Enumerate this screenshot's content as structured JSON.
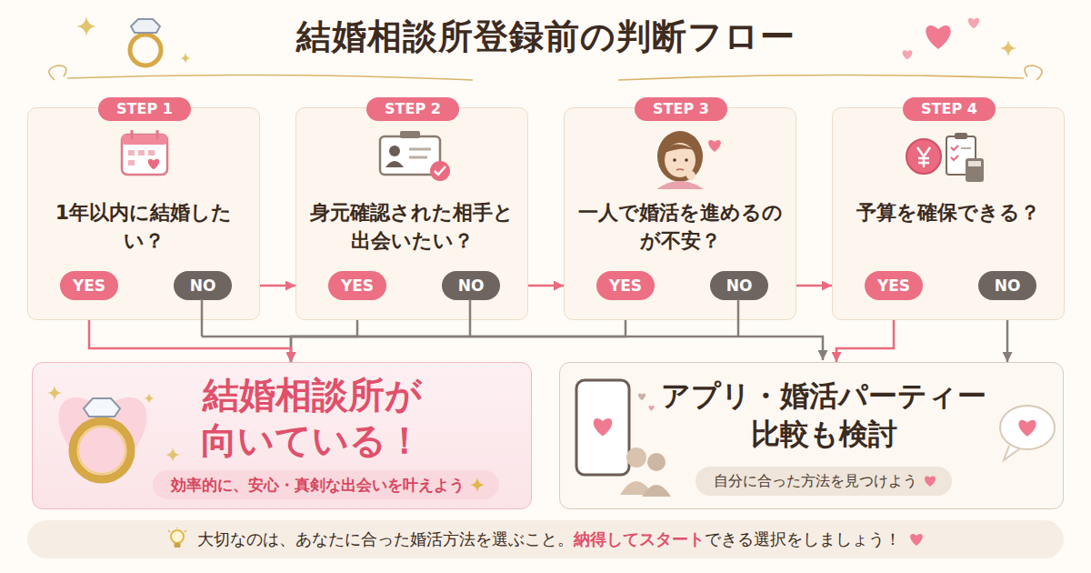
{
  "diagram": {
    "title": "結婚相談所登録前の判断フロー",
    "nodes": [
      {
        "text": [
          "1年以内に結婚したい？"
        ]
      },
      {
        "text": [
          "STEP 1"
        ],
        "in": 0
      },
      {
        "text": [
          "YES"
        ],
        "in": 0
      },
      {
        "text": [
          "NO"
        ],
        "in": 0
      },
      {
        "text": [
          "身元確認された相手と出会いたい？"
        ]
      },
      {
        "text": [
          "STEP 2"
        ],
        "in": 4
      },
      {
        "text": [
          "YES"
        ],
        "in": 4
      },
      {
        "text": [
          "NO"
        ],
        "in": 4
      },
      {
        "text": [
          "一人で婚活を進めるのが不安？"
        ]
      },
      {
        "text": [
          "STEP 3"
        ],
        "in": 8
      },
      {
        "text": [
          "YES"
        ],
        "in": 8
      },
      {
        "text": [
          "NO"
        ],
        "in": 8
      },
      {
        "text": [
          "予算を確保できる？"
        ]
      },
      {
        "text": [
          "STEP 4"
        ],
        "in": 12
      },
      {
        "text": [
          "YES"
        ],
        "in": 12
      },
      {
        "text": [
          "NO"
        ],
        "in": 12
      },
      {
        "text": [
          "結婚相談所が向いている！"
        ]
      },
      {
        "text": [
          "効率的に、安心・真剣な出会いを叶えよう"
        ],
        "in": 16
      },
      {
        "text": [
          "アプリ・婚活パーティー比較も検討"
        ]
      },
      {
        "text": [
          "自分に合った方法を見つけよう"
        ],
        "in": 18
      },
      {
        "text": [
          "大切なのは、あなたに合った婚活方法を選ぶこと。",
          "納得してスタート",
          "できる選択をしましょう！"
        ]
      }
    ],
    "edges": [
      {
        "from": 3,
        "to": 4,
        "arrow": "to"
      },
      {
        "from": 7,
        "to": 8,
        "arrow": "to"
      },
      {
        "from": 11,
        "to": 12,
        "arrow": "to"
      },
      {
        "from": 2,
        "to": 16,
        "arrow": "to"
      },
      {
        "from": 6,
        "to": 16,
        "arrow": "to"
      },
      {
        "from": 10,
        "to": 16,
        "arrow": "to"
      },
      {
        "from": 14,
        "to": 18,
        "arrow": "to"
      },
      {
        "from": 15,
        "to": 18,
        "arrow": "to"
      }
    ]
  }
}
